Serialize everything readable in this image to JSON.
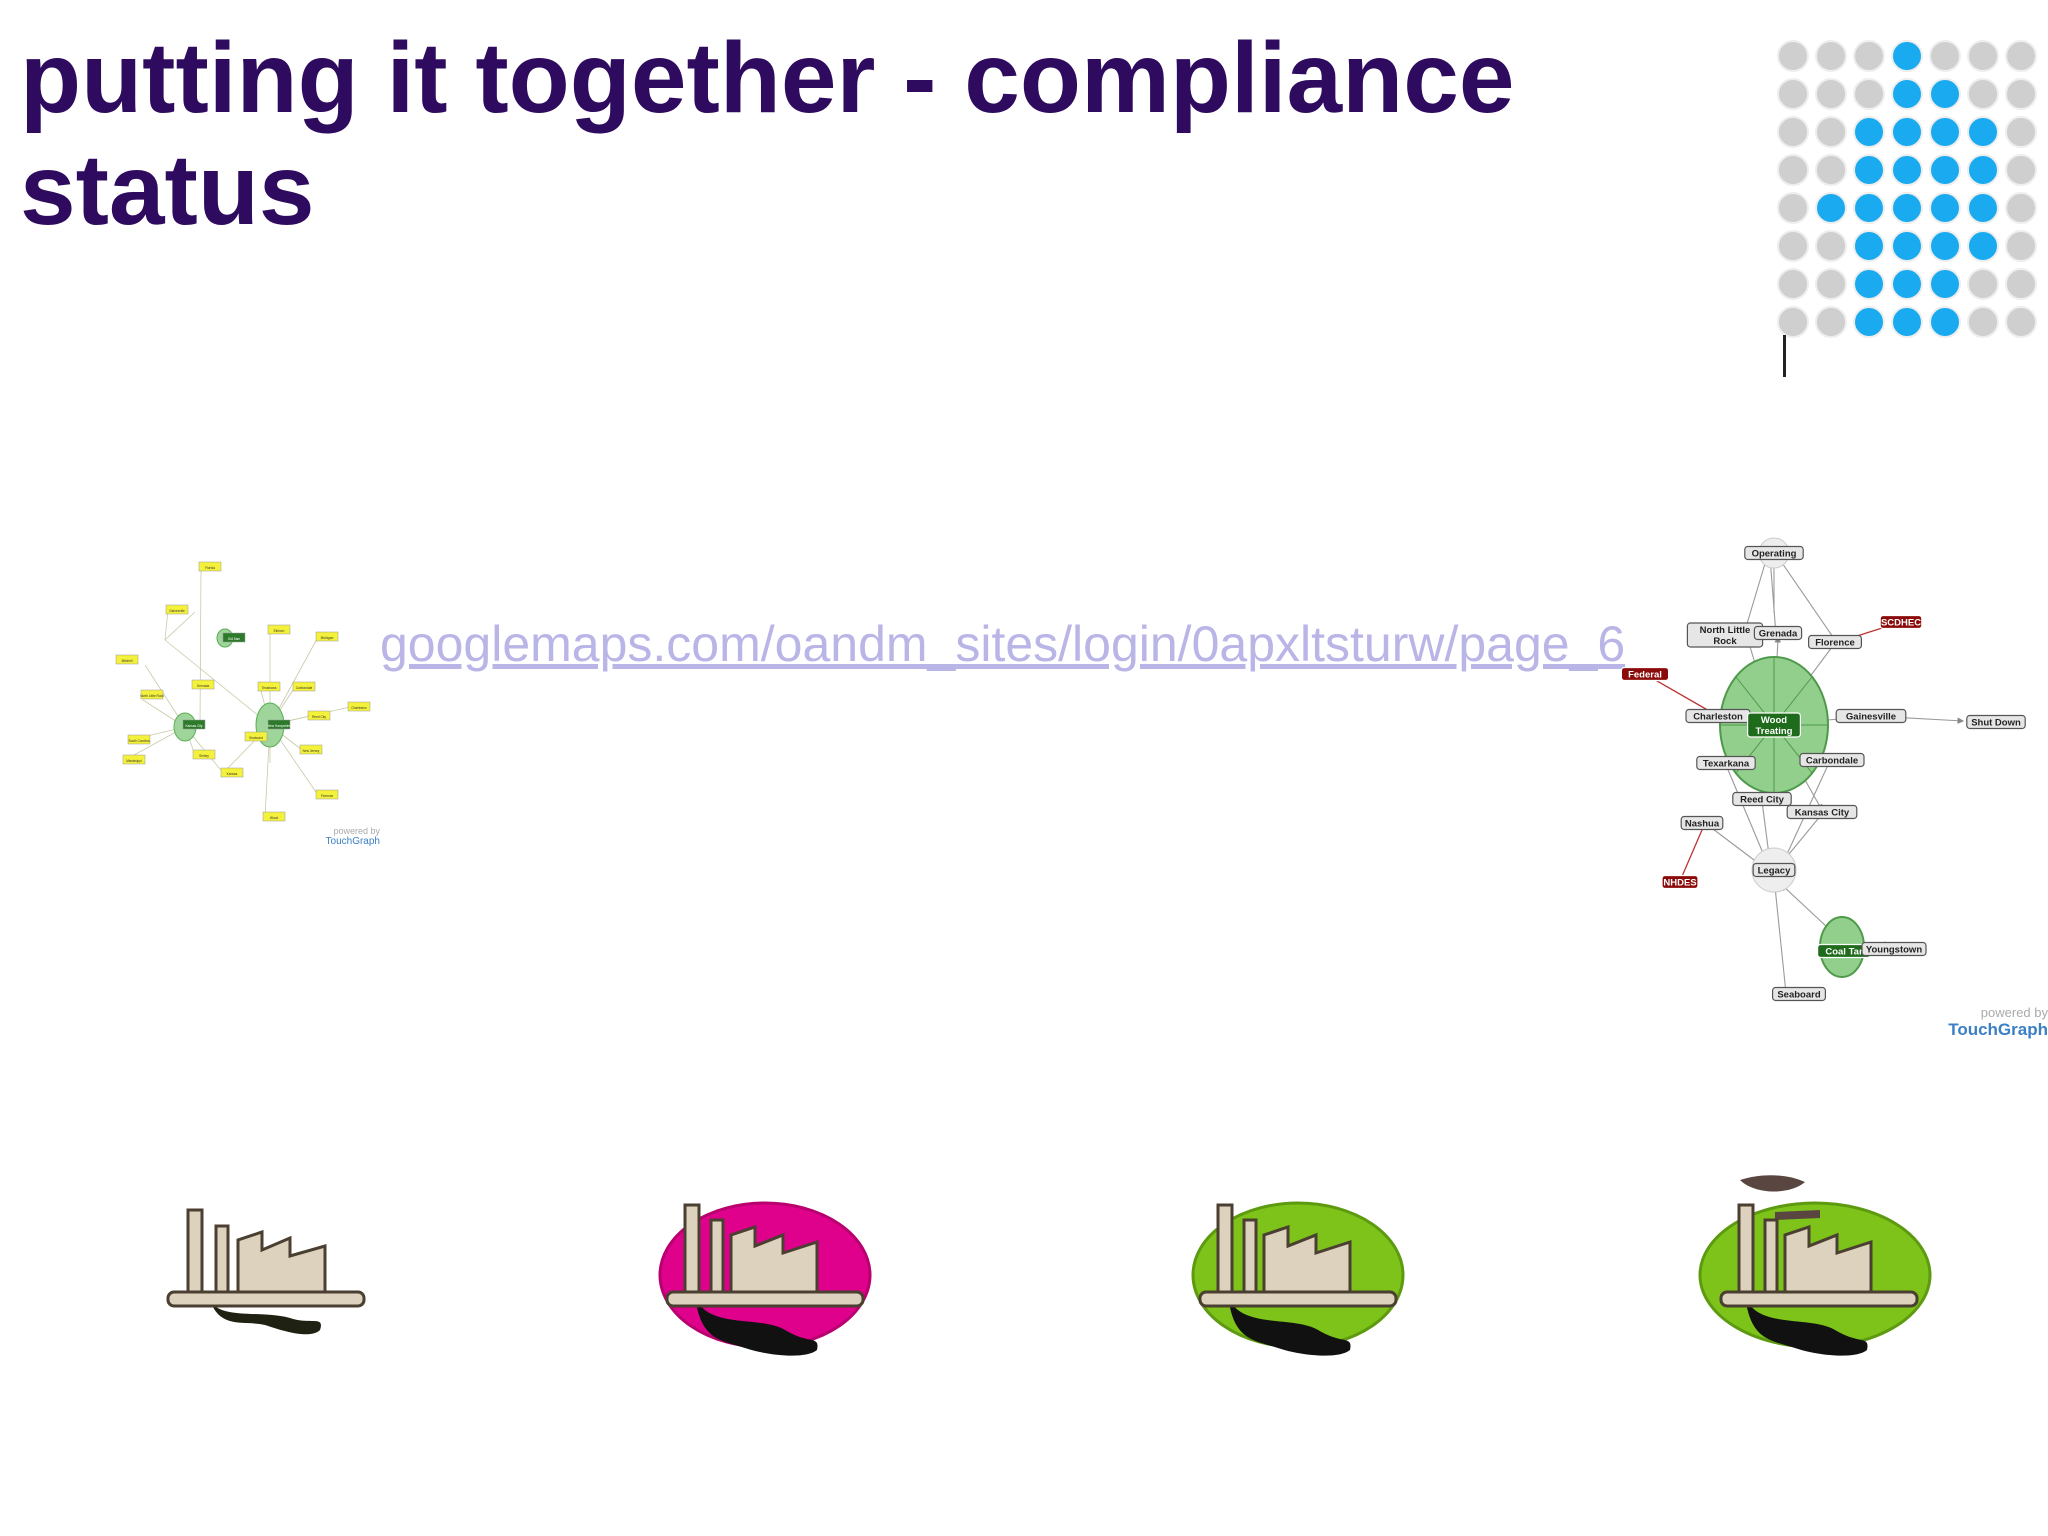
{
  "slide": {
    "title": "putting it together - compliance status",
    "url_link": "googlemaps.com/oandm_sites/login/0apxltsturw/page_6"
  },
  "small_graph": {
    "nodes": [
      "Florida",
      "Gainesville",
      "Old Sam",
      "Elkhorn",
      "Michigan",
      "Mitchell",
      "North Little Rock",
      "Grenada",
      "Texarkana",
      "Carbondale",
      "Reed City",
      "Charleston",
      "Seaboard",
      "New Jersey",
      "Mississippi",
      "Shirley",
      "Kansas",
      "Wood",
      "Florence",
      "South Carolina",
      "Kansas City",
      "New Hampshire",
      "Meriden",
      "Houston"
    ],
    "powered_by": "powered by",
    "brand": "TouchGraph"
  },
  "large_graph": {
    "nodes": {
      "operating": "Operating",
      "north_little_rock": "North Little Rock",
      "grenada": "Grenada",
      "florence": "Florence",
      "scdhec": "SCDHEC",
      "federal": "Federal",
      "charleston": "Charleston",
      "wood_treating": "Wood Treating",
      "gainesville": "Gainesville",
      "shut_down": "Shut Down",
      "texarkana": "Texarkana",
      "carbondale": "Carbondale",
      "reed_city": "Reed City",
      "kansas_city": "Kansas City",
      "nashua": "Nashua",
      "legacy": "Legacy",
      "nhdes": "NHDES",
      "coal_tar": "Coal Tar",
      "youngstown": "Youngstown",
      "seaboard": "Seaboard"
    },
    "powered_by": "powered by",
    "brand": "TouchGraph"
  },
  "factory_icons": [
    {
      "name": "factory-no-status",
      "bg": "none"
    },
    {
      "name": "factory-magenta",
      "bg": "#df008c"
    },
    {
      "name": "factory-green",
      "bg": "#7dc31a"
    },
    {
      "name": "factory-green-smoke",
      "bg": "#7dc31a"
    }
  ],
  "colors": {
    "title": "#2e0b5e",
    "link": "#b9b5e6",
    "dot_blue": "#19aaf0",
    "dot_grey": "#cfcfcf",
    "regulator_red": "#8b0b0b",
    "category_green": "#5aae55"
  }
}
